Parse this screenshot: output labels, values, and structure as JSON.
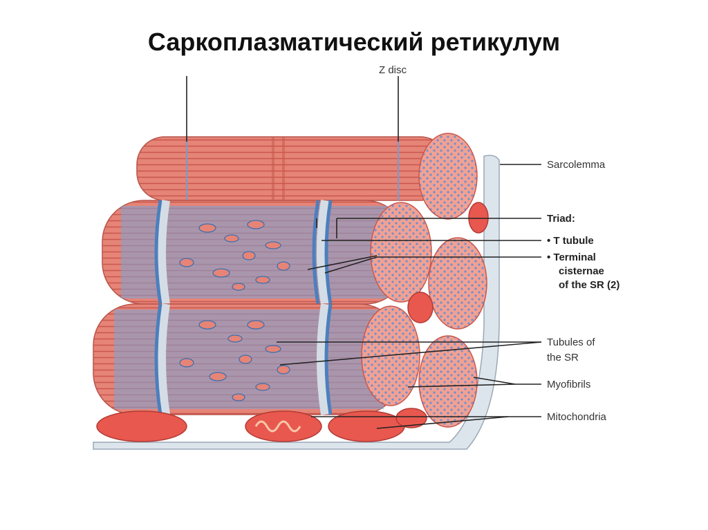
{
  "title": "Саркоплазматический ретикулум",
  "labels": {
    "z_disc": "Z disc",
    "sarcolemma": "Sarcolemma",
    "triad": "Triad:",
    "t_tubule": "• T tubule",
    "terminal_1": "• Terminal",
    "terminal_2": "cisternae",
    "terminal_3": "of the SR (2)",
    "tubules_1": "Tubules of",
    "tubules_2": "the SR",
    "myofibrils": "Myofibrils",
    "mitochondria": "Mitochondria"
  },
  "colors": {
    "myofibril": "#e07a6e",
    "myofibril_dark": "#c9574d",
    "sr_blue": "#6e9fd6",
    "sr_dark": "#3d6fae",
    "sarcolemma": "#d9e2ea",
    "mitochondria": "#e8584f"
  }
}
